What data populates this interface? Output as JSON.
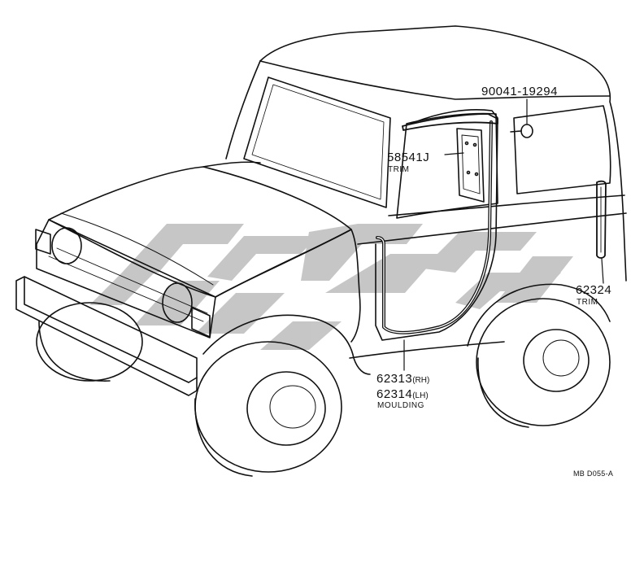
{
  "callouts": {
    "screw": {
      "part_number": "90041-19294"
    },
    "upper_trim": {
      "part_number": "58541J",
      "name": "TRIM"
    },
    "rear_trim": {
      "part_number": "62324",
      "name": "TRIM"
    },
    "moulding": {
      "rh_number": "62313",
      "rh_side": "(RH)",
      "lh_number": "62314",
      "lh_side": "(LH)",
      "name": "MOULDING"
    }
  },
  "diagram_code": "MB D055-A",
  "colors": {
    "line": "#111111",
    "watermark": "#b9b9b9",
    "background": "#ffffff"
  }
}
